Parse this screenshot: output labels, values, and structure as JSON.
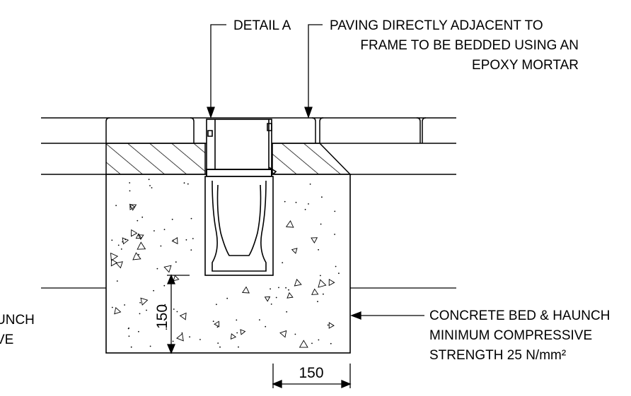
{
  "labels": {
    "detail_a": "DETAIL A",
    "paving_note": [
      "PAVING DIRECTLY ADJACENT TO",
      "FRAME TO BE BEDDED USING AN",
      "EPOXY MORTAR"
    ],
    "concrete_note": [
      "CONCRETE BED & HAUNCH",
      "MINIMUM COMPRESSIVE",
      "STRENGTH 25 N/mm²"
    ],
    "cropped_note_left": [
      "UNCH",
      "VE"
    ]
  },
  "dimensions": {
    "bed_depth": "150",
    "haunch_width": "150"
  }
}
